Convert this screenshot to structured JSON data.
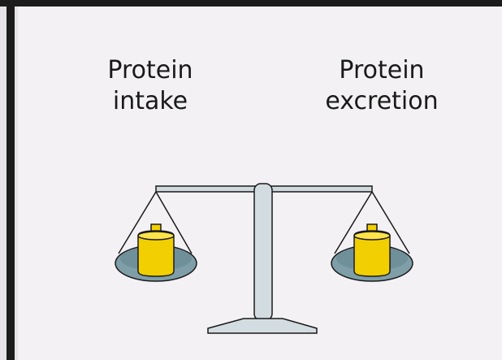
{
  "labels": {
    "left": [
      "Protein",
      "intake"
    ],
    "right": [
      "Protein",
      "excretion"
    ]
  },
  "colors": {
    "background": "#f3f1f4",
    "frame": "#1c1c1c",
    "scale_metal": "#cfd9dd",
    "pan": "#7f9ea8",
    "weight": "#f2cf00",
    "outline": "#1a1a1a"
  },
  "icons": [
    "balance-scale-icon",
    "weight-icon"
  ]
}
